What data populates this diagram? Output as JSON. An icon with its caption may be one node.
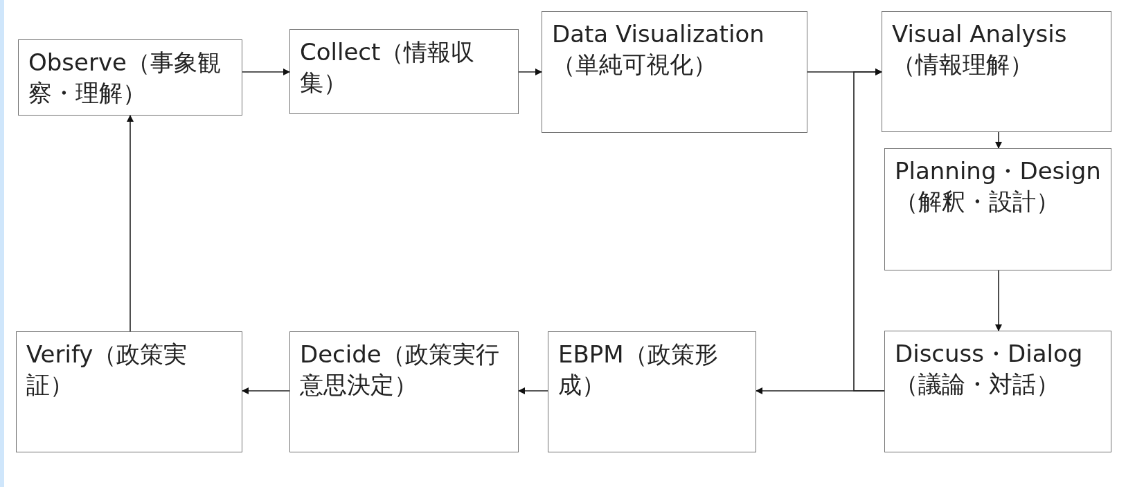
{
  "diagram": {
    "nodes": [
      {
        "text": [
          "Observe（事象観察・理解）"
        ]
      },
      {
        "text": [
          "Collect（情報収集）"
        ]
      },
      {
        "text": [
          "Data Visualization（単純可視化）"
        ]
      },
      {
        "text": [
          "Visual Analysis（情報理解）"
        ]
      },
      {
        "text": [
          "Planning・Design（解釈・設計）"
        ]
      },
      {
        "text": [
          "Discuss・Dialog（議論・対話）"
        ]
      },
      {
        "text": [
          "EBPM（政策形成）"
        ]
      },
      {
        "text": [
          "Decide（政策実行意思決定）"
        ]
      },
      {
        "text": [
          "Verify（政策実証）"
        ]
      }
    ],
    "edges": [
      {
        "from": 0,
        "to": 1,
        "arrow": "to"
      },
      {
        "from": 1,
        "to": 2,
        "arrow": "to"
      },
      {
        "from": 2,
        "to": 3,
        "arrow": "to"
      },
      {
        "from": 3,
        "to": 4,
        "arrow": "to"
      },
      {
        "from": 4,
        "to": 5,
        "arrow": "to"
      },
      {
        "from": 5,
        "to": 3,
        "arrow": "to"
      },
      {
        "from": 5,
        "to": 6,
        "arrow": "to"
      },
      {
        "from": 6,
        "to": 7,
        "arrow": "to"
      },
      {
        "from": 7,
        "to": 8,
        "arrow": "to"
      },
      {
        "from": 8,
        "to": 0,
        "arrow": "to"
      }
    ]
  }
}
